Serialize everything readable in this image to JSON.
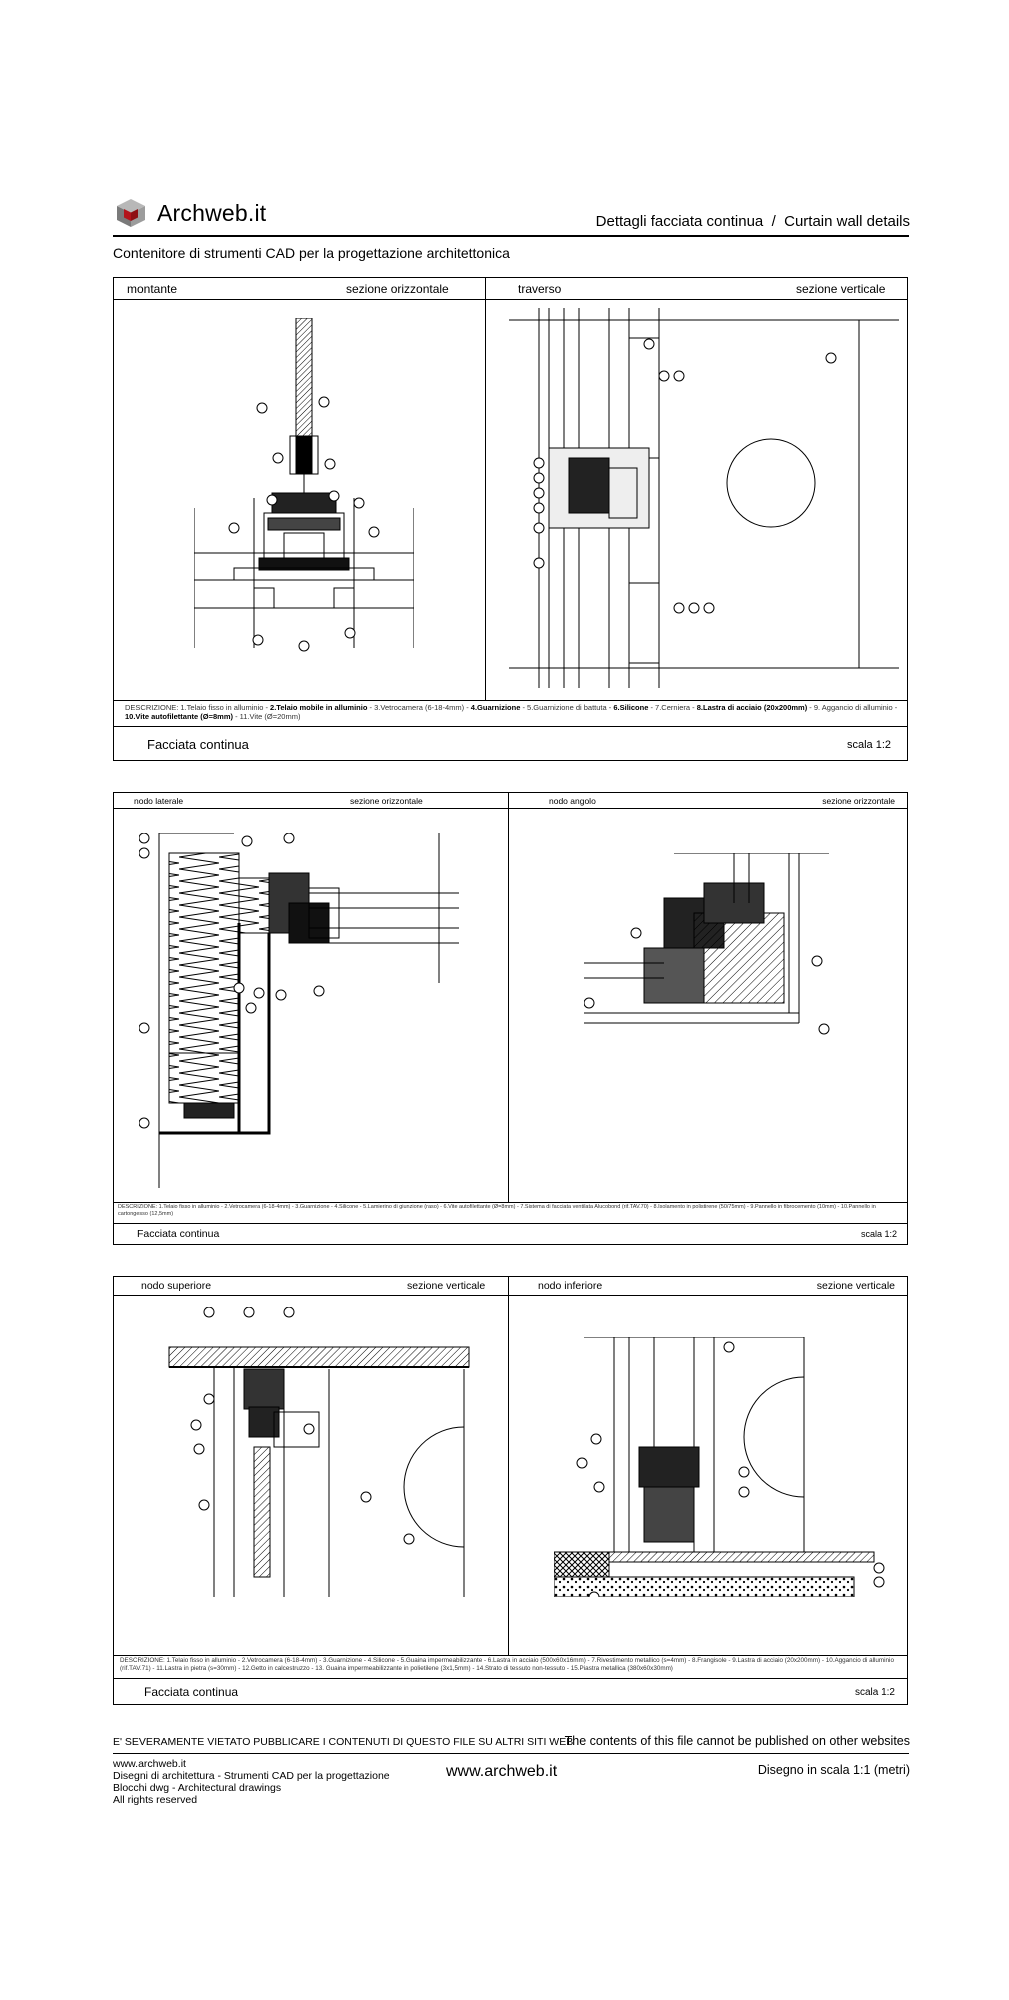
{
  "header": {
    "logo_text": "Archweb.it",
    "title_right": "Dettagli facciata continua  /  Curtain wall details",
    "subtitle": "Contenitore di strumenti CAD per la progettazione architettonica"
  },
  "sheet1": {
    "left_label": "montante",
    "left_section": "sezione orizzontale",
    "right_label": "traverso",
    "right_section": "sezione verticale",
    "description_intro": "DESCRIZIONE: 1.Telaio fisso in alluminio - ",
    "description_bold1": "2.Telaio mobile in alluminio",
    "description_mid1": " - 3.Vetrocamera (6-18-4mm) - ",
    "description_bold2": "4.Guarnizione",
    "description_mid2": " - 5.Guarnizione di battuta - ",
    "description_bold3": "6.Silicone",
    "description_mid3": " - 7.Cerniera - ",
    "description_bold4": "8.Lastra di acciaio (20x200mm)",
    "description_mid4": " - 9. Aggancio di alluminio - ",
    "description_bold5": "10.Vite autofilettante (Ø=8mm)",
    "description_end": " - 11.Vite (Ø=20mm)",
    "title": "Facciata continua",
    "scale": "scala 1:2"
  },
  "sheet2": {
    "left_label": "nodo laterale",
    "left_section": "sezione orizzontale",
    "right_label": "nodo angolo",
    "right_section": "sezione orizzontale",
    "description": "DESCRIZIONE: 1.Telaio fisso in alluminio - 2.Vetrocamera (6-18-4mm) - 3.Guarnizione - 4.Silicone - 5.Lamierino di giunzione (raso) - 6.Vite autofilettante (Ø=8mm) - 7.Sistema di facciata ventilata Alucobond (rif.TAV.70) - 8.Isolamento in polistirene (50/75mm) - 9.Pannello in fibrocemento (10mm) - 10.Pannello in cartongesso (12,5mm)",
    "title": "Facciata continua",
    "scale": "scala 1:2"
  },
  "sheet3": {
    "left_label": "nodo superiore",
    "left_section": "sezione verticale",
    "right_label": "nodo inferiore",
    "right_section": "sezione verticale",
    "description": "DESCRIZIONE: 1.Telaio fisso in alluminio - 2.Vetrocamera (6-18-4mm) - 3.Guarnizione - 4.Silicone - 5.Guaina impermeabilizzante - 6.Lastra in acciaio (500x60x16mm) - 7.Rivestimento metallico (s=4mm) - 8.Frangisole - 9.Lastra di acciaio (20x200mm) - 10.Aggancio di alluminio (rif.TAV.71) - 11.Lastra in pietra (s=30mm) - 12.Getto in calcestruzzo - 13. Guaina impermeabilizzante in polietilene (3x1,5mm) - 14.Strato di tessuto non-tessuto - 15.Piastra metallica (380x60x30mm)",
    "title": "Facciata continua",
    "scale": "scala 1:2"
  },
  "footer": {
    "warning_it": "E' SEVERAMENTE VIETATO PUBBLICARE I CONTENUTI DI QUESTO FILE SU ALTRI SITI WEB",
    "warning_en": "The contents of this file cannot be published on other websites",
    "line1": "www.archweb.it",
    "line2": "Disegni di architettura - Strumenti CAD  per la progettazione",
    "line3": "Blocchi dwg - Architectural drawings",
    "line4": "All rights reserved",
    "center": "www.archweb.it",
    "right": "Disegno in scala 1:1 (metri)"
  },
  "colors": {
    "logo_red": "#b3141b",
    "logo_grey": "#8a8a8a",
    "ink": "#000000"
  }
}
